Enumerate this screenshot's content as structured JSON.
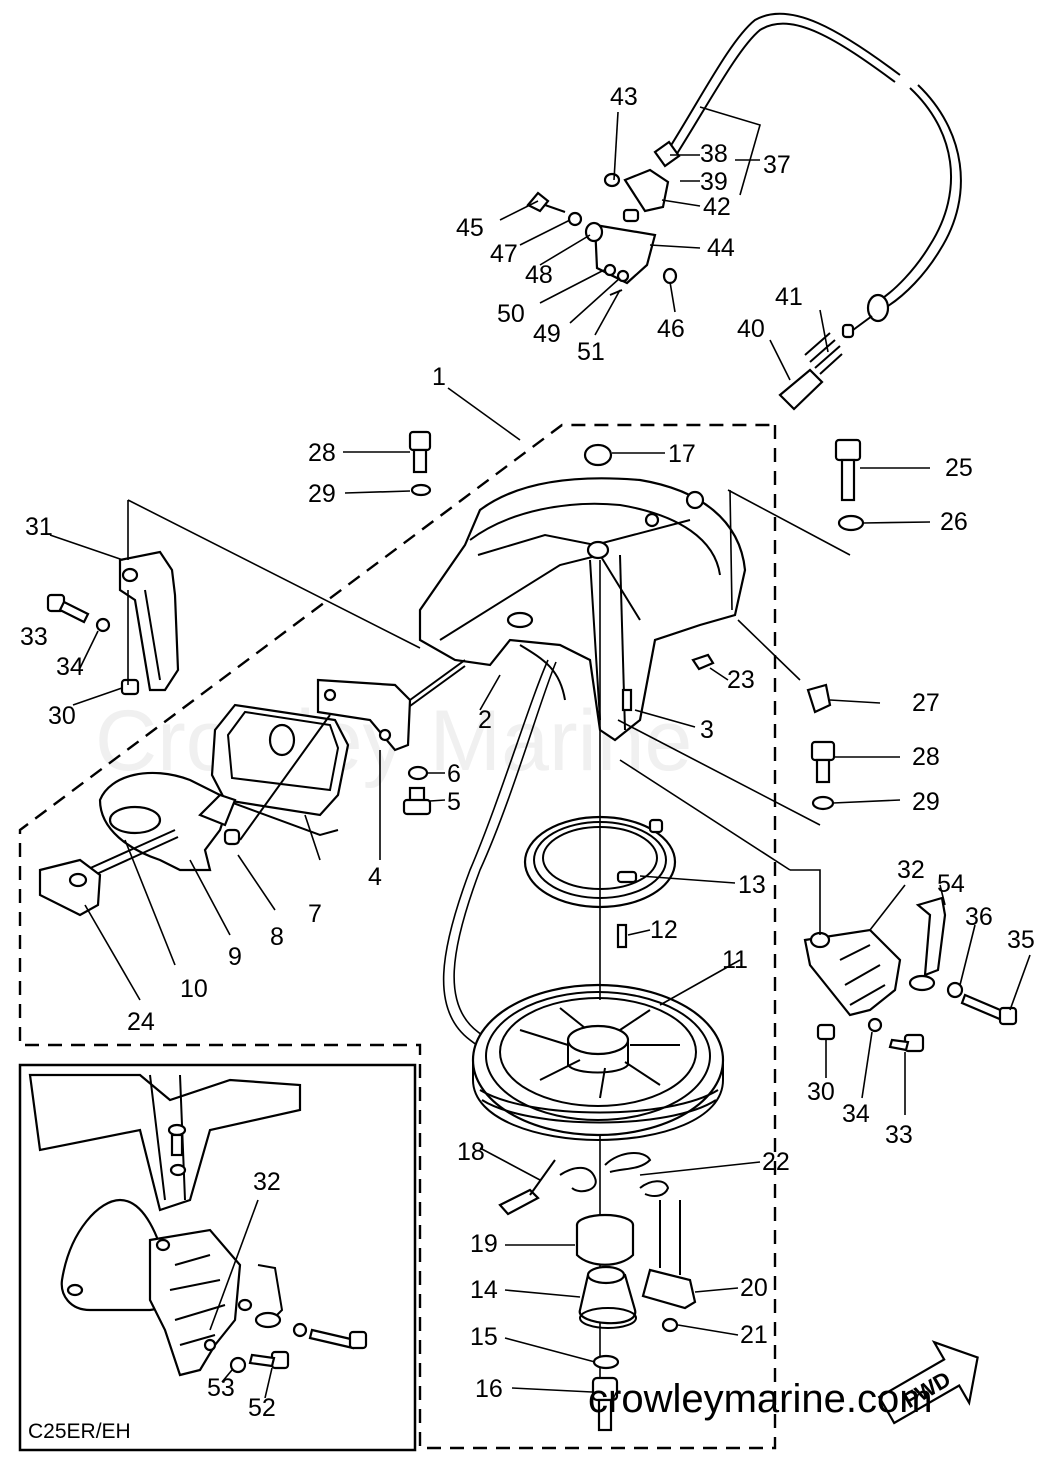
{
  "watermark": "Crowley Marine",
  "site_url": "crowleymarine.com",
  "fwd_arrow": "FWD",
  "inset_model": "C25ER/EH",
  "parts": {
    "p1": "1",
    "p2": "2",
    "p3": "3",
    "p4": "4",
    "p5": "5",
    "p6": "6",
    "p7": "7",
    "p8": "8",
    "p9": "9",
    "p10": "10",
    "p11": "11",
    "p12": "12",
    "p13": "13",
    "p14": "14",
    "p15": "15",
    "p16": "16",
    "p17": "17",
    "p18": "18",
    "p19": "19",
    "p20": "20",
    "p21": "21",
    "p22": "22",
    "p23": "23",
    "p24": "24",
    "p25": "25",
    "p26": "26",
    "p27": "27",
    "p28a": "28",
    "p28b": "28",
    "p29a": "29",
    "p29b": "29",
    "p30a": "30",
    "p30b": "30",
    "p31": "31",
    "p32a": "32",
    "p32b": "32",
    "p33a": "33",
    "p33b": "33",
    "p34a": "34",
    "p34b": "34",
    "p35": "35",
    "p36": "36",
    "p37": "37",
    "p38": "38",
    "p39": "39",
    "p40": "40",
    "p41": "41",
    "p42": "42",
    "p43": "43",
    "p44": "44",
    "p45": "45",
    "p46": "46",
    "p47": "47",
    "p48": "48",
    "p49": "49",
    "p50": "50",
    "p51": "51",
    "p52": "52",
    "p53": "53",
    "p54": "54"
  }
}
